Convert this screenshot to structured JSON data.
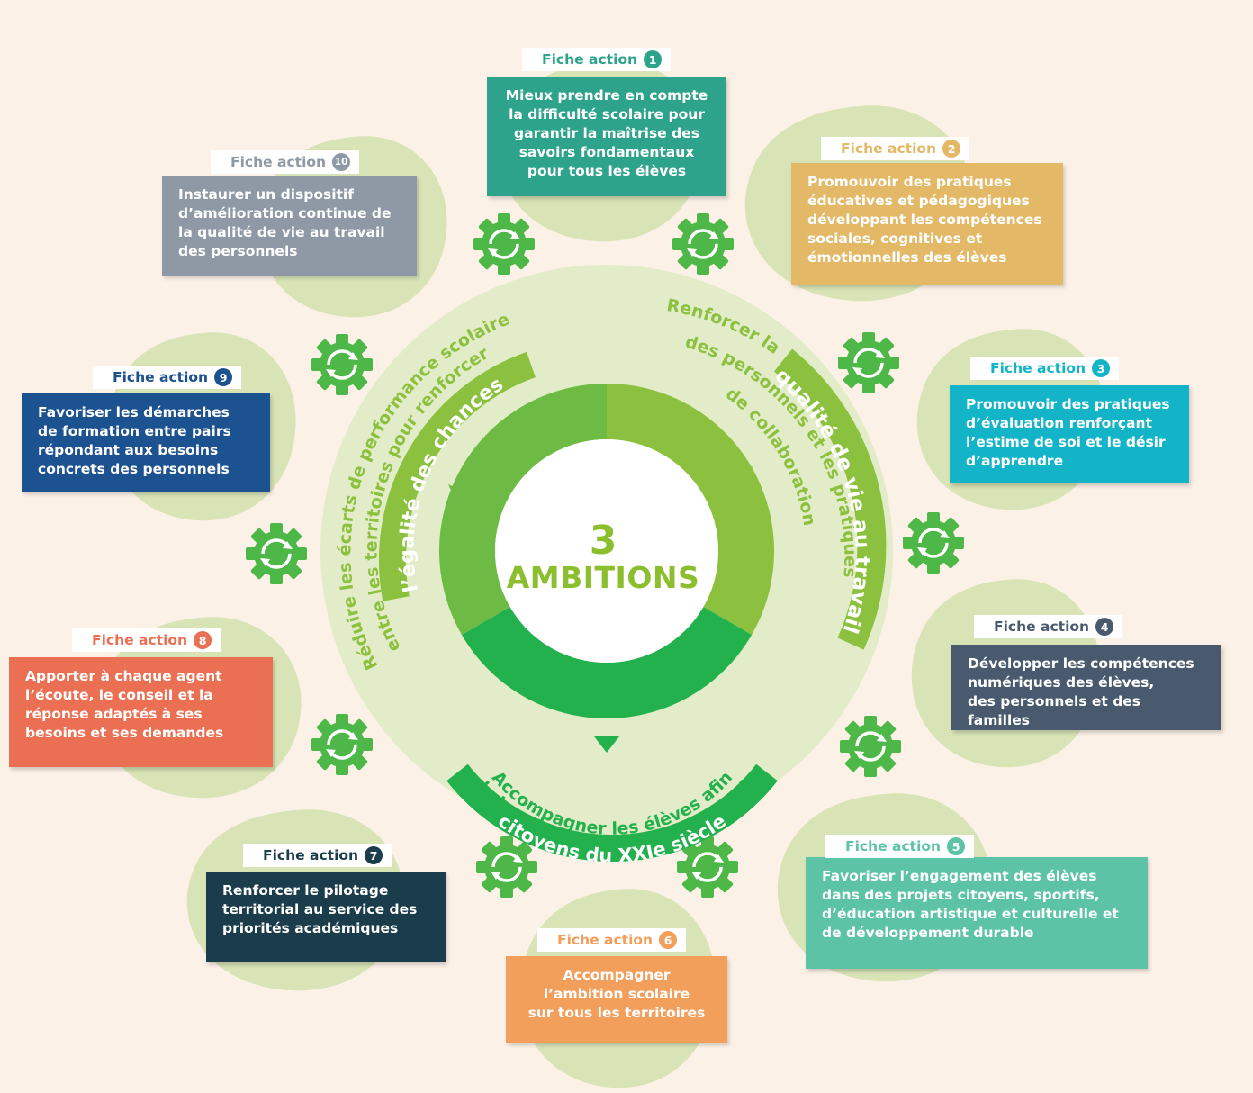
{
  "center": {
    "number": "3",
    "label": "AMBITIONS"
  },
  "ambitions": [
    {
      "line1": "Réduire les écarts de performance scolaire",
      "line2": "entre les territoires pour renforcer",
      "highlight": "l’égalité des chances"
    },
    {
      "line1": "Renforcer la",
      "line2": "des personnels et les pratiques",
      "line3": "de collaboration",
      "highlight": "qualité de vie au travail"
    },
    {
      "line1": "Accompagner les élèves afin",
      "line2": "de les aider à se projeter comme",
      "highlight": "citoyens du XXIe siècle"
    }
  ],
  "fiches": [
    {
      "tag": "Fiche action",
      "num": "1",
      "color": "#2ea38b",
      "lines": [
        "Mieux prendre en compte",
        "la difficulté scolaire pour",
        "garantir la maîtrise des",
        "savoirs fondamentaux",
        "pour tous les élèves"
      ]
    },
    {
      "tag": "Fiche action",
      "num": "2",
      "color": "#e3b866",
      "lines": [
        "Promouvoir des pratiques",
        "éducatives et pédagogiques",
        "développant les compétences",
        "sociales, cognitives et",
        "émotionnelles des élèves"
      ]
    },
    {
      "tag": "Fiche action",
      "num": "3",
      "color": "#14b4c8",
      "lines": [
        "Promouvoir des pratiques",
        "d’évaluation renforçant",
        "l’estime de soi et le désir",
        "d’apprendre"
      ]
    },
    {
      "tag": "Fiche action",
      "num": "4",
      "color": "#4a5a6e",
      "lines": [
        "Développer les compétences",
        "numériques des élèves,",
        "des personnels et des familles"
      ]
    },
    {
      "tag": "Fiche action",
      "num": "5",
      "color": "#5cc3a6",
      "lines": [
        "Favoriser l’engagement des élèves",
        "dans des projets citoyens, sportifs,",
        "d’éducation artistique et culturelle et",
        "de développement durable"
      ]
    },
    {
      "tag": "Fiche action",
      "num": "6",
      "color": "#f29f5c",
      "lines": [
        "Accompagner",
        "l’ambition scolaire",
        "sur tous les territoires"
      ]
    },
    {
      "tag": "Fiche action",
      "num": "7",
      "color": "#1b3c4b",
      "lines": [
        "Renforcer le pilotage",
        "territorial au service des",
        "priorités académiques"
      ]
    },
    {
      "tag": "Fiche action",
      "num": "8",
      "color": "#ea6f53",
      "lines": [
        "Apporter à chaque agent",
        "l’écoute, le conseil et la",
        "réponse adaptés à ses",
        "besoins et ses demandes"
      ]
    },
    {
      "tag": "Fiche action",
      "num": "9",
      "color": "#1d5291",
      "lines": [
        "Favoriser les démarches",
        "de formation entre pairs",
        "répondant aux besoins",
        "concrets des personnels"
      ]
    },
    {
      "tag": "Fiche action",
      "num": "10",
      "color": "#8e99a5",
      "lines": [
        "Instaurer un dispositif",
        "d’amélioration continue de",
        "la qualité de vie au travail",
        "des personnels"
      ]
    }
  ],
  "colors": {
    "background": "#fcf1e7",
    "blob": "#d8e3b6",
    "outer_ring": "#e3ecc8",
    "segment_left": "#6dbb45",
    "segment_right": "#8cc13f",
    "segment_bottom": "#22b14c",
    "gear": "#4db848",
    "ambition_text": "#8cc13f",
    "ambition_text_bottom": "#22b14c"
  }
}
